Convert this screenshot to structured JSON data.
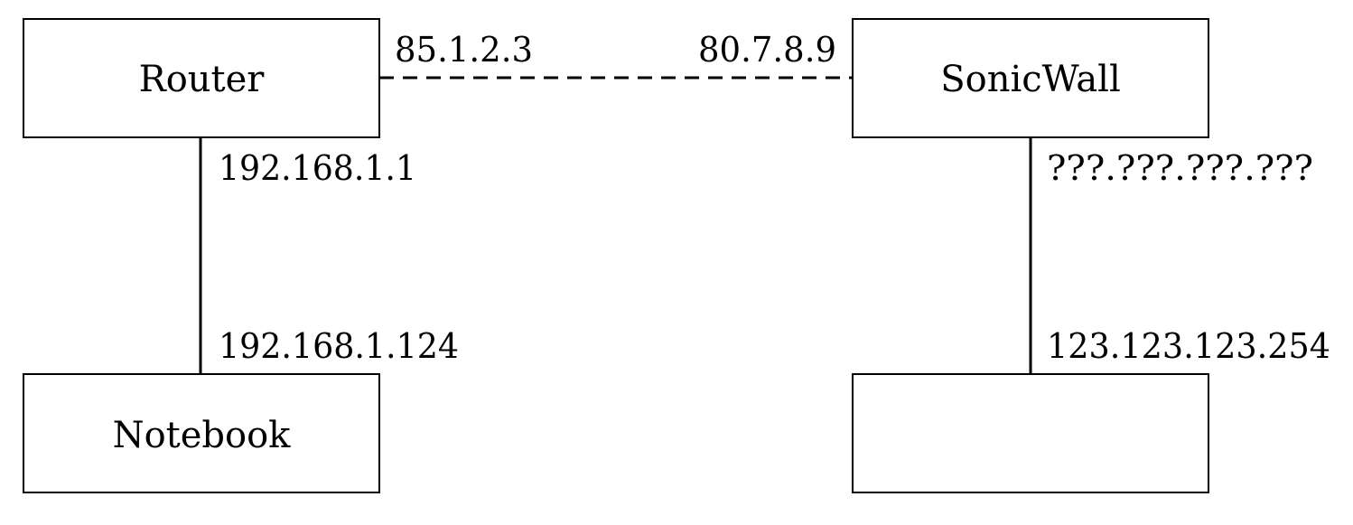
{
  "nodes": {
    "router": {
      "label": "Router"
    },
    "sonicwall": {
      "label": "SonicWall"
    },
    "notebook": {
      "label": "Notebook"
    },
    "unknown": {
      "label": ""
    }
  },
  "addresses": {
    "router_wan": "85.1.2.3",
    "sonicwall_wan": "80.7.8.9",
    "router_lan": "192.168.1.1",
    "notebook_ip": "192.168.1.124",
    "sonicwall_lan": "???.???.???.???",
    "unknown_ip": "123.123.123.254"
  },
  "links": [
    {
      "from": "router",
      "to": "sonicwall",
      "style": "dashed"
    },
    {
      "from": "router",
      "to": "notebook",
      "style": "solid"
    },
    {
      "from": "sonicwall",
      "to": "unknown",
      "style": "solid"
    }
  ]
}
